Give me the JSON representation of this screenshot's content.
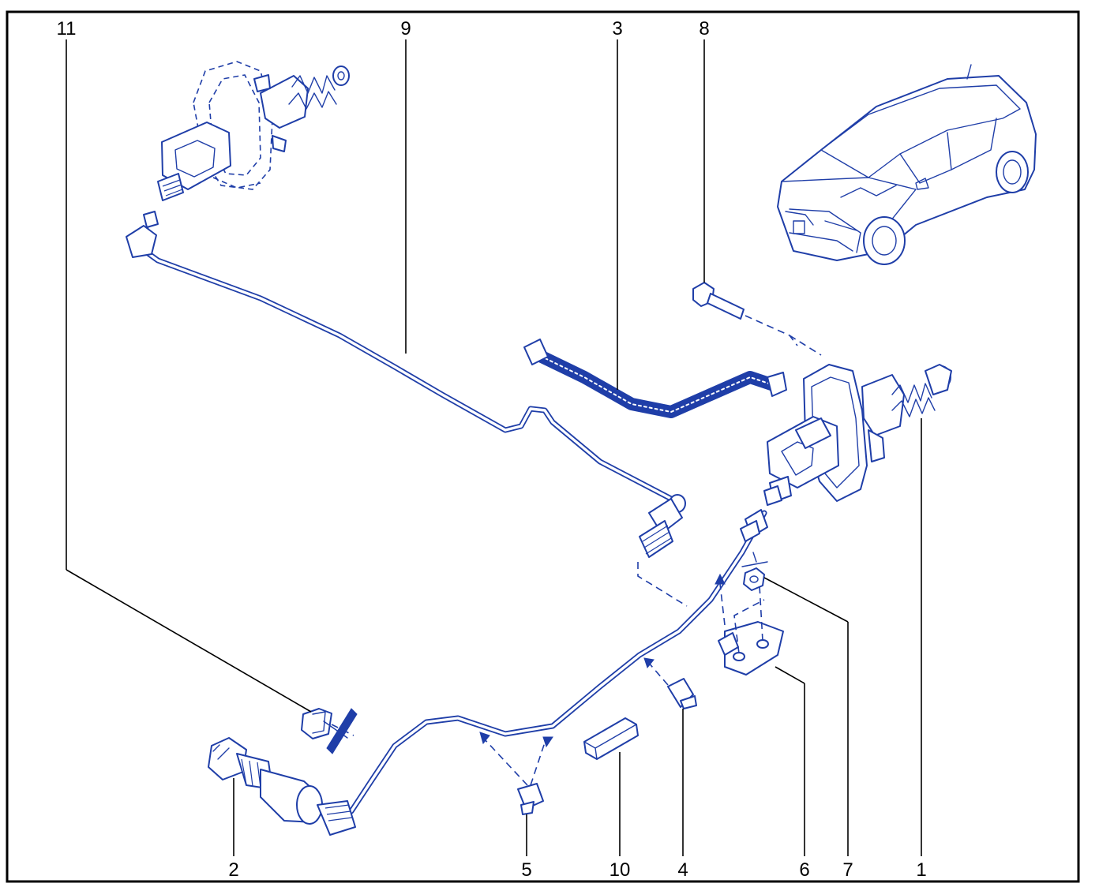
{
  "callouts": {
    "c1": "1",
    "c2": "2",
    "c3": "3",
    "c4": "4",
    "c5": "5",
    "c6": "6",
    "c7": "7",
    "c8": "8",
    "c9": "9",
    "c10": "10",
    "c11": "11"
  },
  "colors": {
    "line_art": "#1f3ea8",
    "frame": "#000000"
  }
}
